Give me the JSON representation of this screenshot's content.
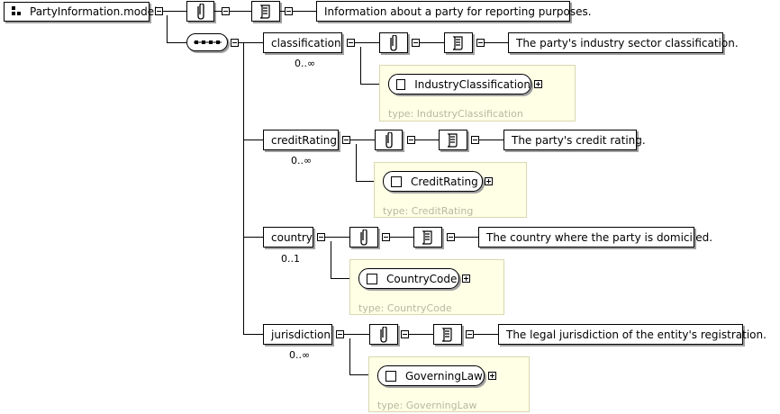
{
  "root": {
    "label": "PartyInformation.model",
    "documentation": "Information about a party for reporting purposes."
  },
  "elements": [
    {
      "name": "classification",
      "multiplicity": "0..∞",
      "documentation": "The party's industry sector classification.",
      "type_name": "IndustryClassification",
      "type_label": "type: IndustryClassification"
    },
    {
      "name": "creditRating",
      "multiplicity": "0..∞",
      "documentation": "The party's credit rating.",
      "type_name": "CreditRating",
      "type_label": "type: CreditRating"
    },
    {
      "name": "country",
      "multiplicity": "0..1",
      "documentation": "The country where the party is domiciled.",
      "type_name": "CountryCode",
      "type_label": "type: CountryCode"
    },
    {
      "name": "jurisdiction",
      "multiplicity": "0..∞",
      "documentation": "The legal jurisdiction of the entity's registration.",
      "type_name": "GoverningLaw",
      "type_label": "type: GoverningLaw"
    }
  ],
  "icons": {
    "model_group": "model-group-icon",
    "appinfo": "appinfo-icon",
    "documentation": "documentation-scroll-icon",
    "sequence": "sequence-compositor-icon",
    "collapse": "collapse-toggle-icon",
    "expand": "expand-toggle-icon"
  },
  "colors": {
    "type_box_fill": "#ffffe6",
    "type_label": "#b8b8a0",
    "shadow": "#a0a0a0"
  }
}
